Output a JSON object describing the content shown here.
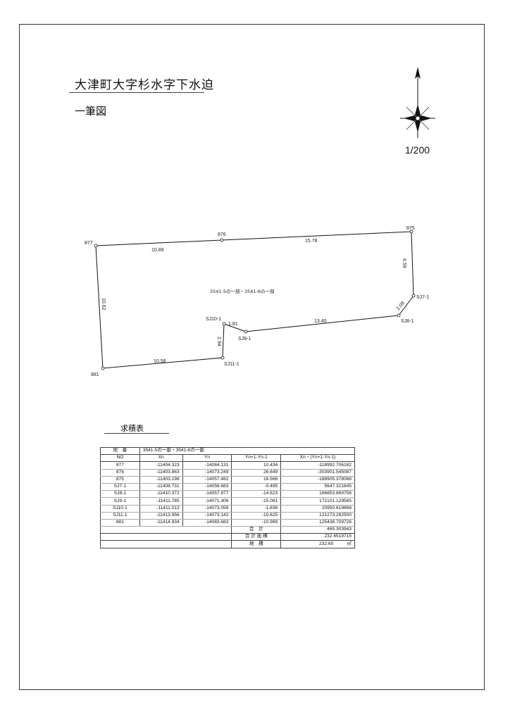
{
  "header": {
    "title": "大津町大字杉水字下水迫",
    "subtitle": "一筆図",
    "scale": "1/200"
  },
  "plan": {
    "points": [
      "877",
      "876",
      "875",
      "SJ7-1",
      "SJ8-1",
      "SJ9-1",
      "SJ10-1",
      "SJ11-1",
      "881"
    ],
    "distances": [
      "10.89",
      "15.78",
      "6.59",
      "2.09",
      "13.40",
      "1.81",
      "2.94",
      "10.58",
      "10.62"
    ],
    "area_label": "3541-5の一部・3541-6の一部"
  },
  "table": {
    "title": "求積表",
    "lot_label": "地　番",
    "lot_value": "3541-5の一部・3541-6の一部",
    "columns": [
      "NO",
      "Xn",
      "Yn",
      "Yn+1-Yn-1",
      "Xn・(Yn+1-Yn-1)"
    ],
    "rows": [
      [
        "877",
        "-11404.323",
        "-14084.131",
        "10.434",
        "-118992.706182"
      ],
      [
        "876",
        "-11403.863",
        "-14073.249",
        "26.649",
        "-303901.545087"
      ],
      [
        "875",
        "-11403.198",
        "-14057.482",
        "16.566",
        "-188905.378068"
      ],
      [
        "SJ7-1",
        "-11408.731",
        "-14056.683",
        "-0.495",
        "5647.321845"
      ],
      [
        "SJ8-1",
        "-11410.372",
        "-14057.977",
        "-14.623",
        "166853.869756"
      ],
      [
        "SJ9-1",
        "-11411.785",
        "-14071.306",
        "-15.081",
        "172101.129585"
      ],
      [
        "SJ10-1",
        "-11411.013",
        "-14073.058",
        "-1.836",
        "20950.619868"
      ],
      [
        "SJ11-1",
        "-11413.956",
        "-14073.142",
        "-10.625",
        "121273.282500"
      ],
      [
        "881",
        "-11414.934",
        "-14083.683",
        "-10.989",
        "125438.709726"
      ]
    ],
    "sum_label": "合　計",
    "sum_value": "465.303943",
    "area_sum_label": "合 計 面 積",
    "area_sum_value": "232.6519715",
    "area_label": "地　積",
    "area_value": "232.65",
    "area_unit": "㎡"
  }
}
